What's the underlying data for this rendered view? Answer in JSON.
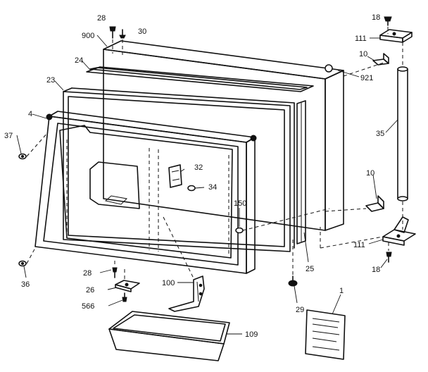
{
  "diagram": {
    "part_labels": {
      "p28_top": "28",
      "p900": "900",
      "p30": "30",
      "p24": "24",
      "p23": "23",
      "p4": "4",
      "p37": "37",
      "p36": "36",
      "p32": "32",
      "p34": "34",
      "p150": "150",
      "p25": "25",
      "p29": "29",
      "p28_bottom": "28",
      "p26": "26",
      "p566": "566",
      "p100": "100",
      "p109": "109",
      "p18_top": "18",
      "p111_top": "111",
      "p10_top": "10",
      "p921": "921",
      "p35": "35",
      "p10_mid": "10",
      "p111_bottom": "111",
      "p18_bottom": "18",
      "p1": "1"
    }
  }
}
